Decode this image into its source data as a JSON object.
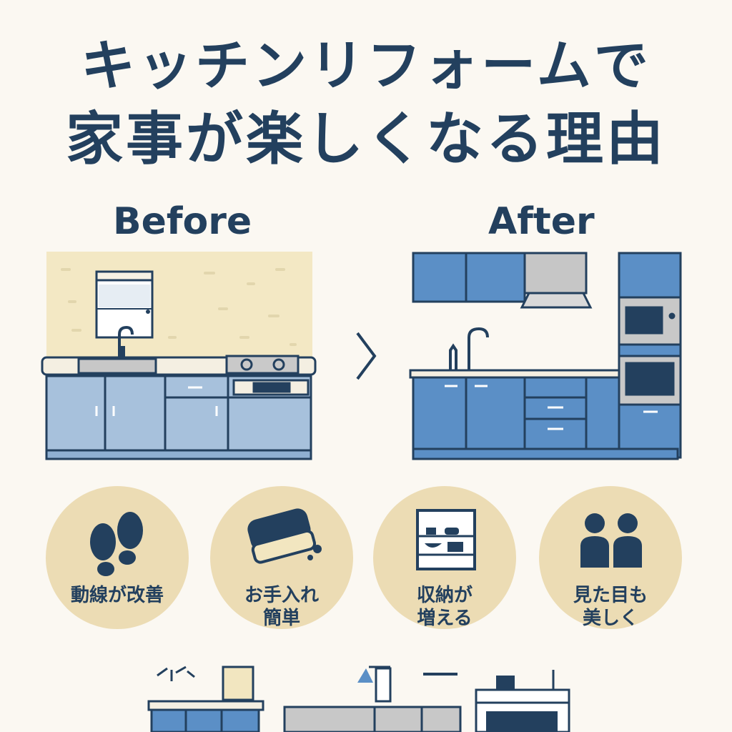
{
  "title": {
    "line1": "キッチンリフォームで",
    "line2": "家事が楽しくなる理由"
  },
  "before_label": "Before",
  "after_label": "After",
  "arrow_icon": "chevron-right-icon",
  "benefits": [
    {
      "icon": "footprints-icon",
      "line1": "動線が改善",
      "line2": ""
    },
    {
      "icon": "sponge-icon",
      "line1": "お手入れ",
      "line2": "簡単"
    },
    {
      "icon": "shelf-icon",
      "line1": "収納が",
      "line2": "増える"
    },
    {
      "icon": "people-icon",
      "line1": "見た目も",
      "line2": "美しく"
    }
  ],
  "colors": {
    "navy": "#23405e",
    "cabinet_before": "#a7c1dc",
    "cabinet_after": "#5b8fc6",
    "wall_before": "#f3e8c4",
    "circle_bg": "#ecdcb4",
    "background": "#fbf8f2"
  }
}
